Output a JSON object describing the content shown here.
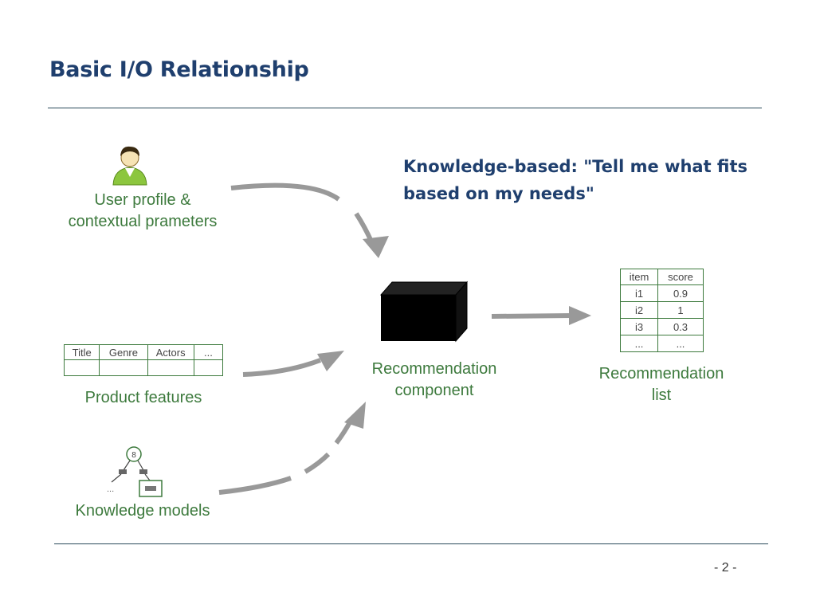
{
  "title": "Basic I/O Relationship",
  "subtitle": {
    "line1": "Knowledge-based: \"Tell me what fits",
    "line2": "based on my needs\""
  },
  "inputs": {
    "user_profile": {
      "line1": "User profile &",
      "line2": "contextual prameters"
    },
    "product_features": {
      "label": "Product features",
      "columns": [
        "Title",
        "Genre",
        "Actors",
        "..."
      ]
    },
    "knowledge_models": {
      "label": "Knowledge models",
      "node_glyph": "8",
      "ellipsis": "..."
    }
  },
  "component": {
    "line1": "Recommendation",
    "line2": "component"
  },
  "output": {
    "line1": "Recommendation",
    "line2": "list",
    "headers": [
      "item",
      "score"
    ],
    "rows": [
      [
        "i1",
        "0.9"
      ],
      [
        "i2",
        "1"
      ],
      [
        "i3",
        "0.3"
      ],
      [
        "...",
        "..."
      ]
    ]
  },
  "page_number": "- 2 -",
  "colors": {
    "title": "#1f3f6e",
    "label_green": "#3d7a3d",
    "arrow_gray": "#999999",
    "rule": "#2a4a5a"
  },
  "icons": [
    "user-icon",
    "black-box-icon",
    "tree-icon"
  ]
}
